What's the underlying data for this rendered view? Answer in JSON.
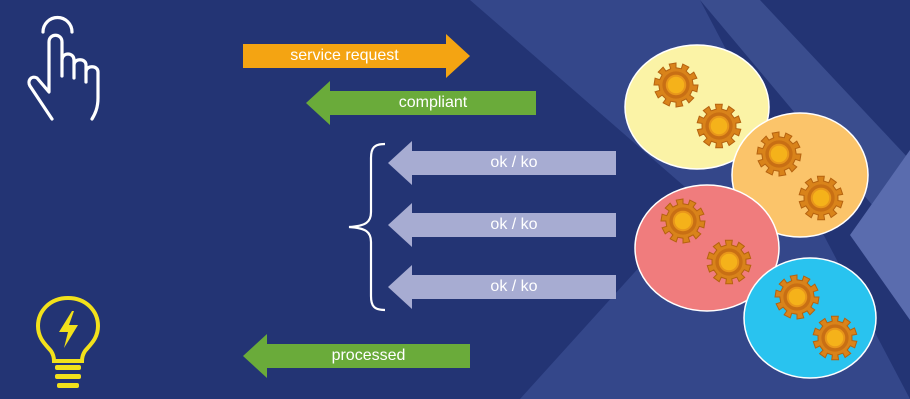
{
  "colors": {
    "background": "#233474",
    "background_shape": "#3a4d8e",
    "request_arrow": "#f4a412",
    "compliant_arrow": "#6aab3a",
    "status_arrow": "#a7acd2",
    "processed_arrow": "#6aab3a",
    "brace": "#ffffff",
    "hand_icon": "#ffffff",
    "bulb_icon": "#f2e11b",
    "gear": "#d9831a",
    "gear_hub": "#f5b21a",
    "circle_yellow": "#fbf3a6",
    "circle_orange": "#fbc46a",
    "circle_red": "#f07c7d",
    "circle_blue": "#29c3ef"
  },
  "icons": {
    "actor": "touch-hand-icon",
    "result": "lightbulb-icon",
    "services": "gear-icon"
  },
  "flow": {
    "request": "service request",
    "compliant": "compliant",
    "status_labels": [
      "ok / ko",
      "ok / ko",
      "ok / ko"
    ],
    "processed": "processed"
  }
}
